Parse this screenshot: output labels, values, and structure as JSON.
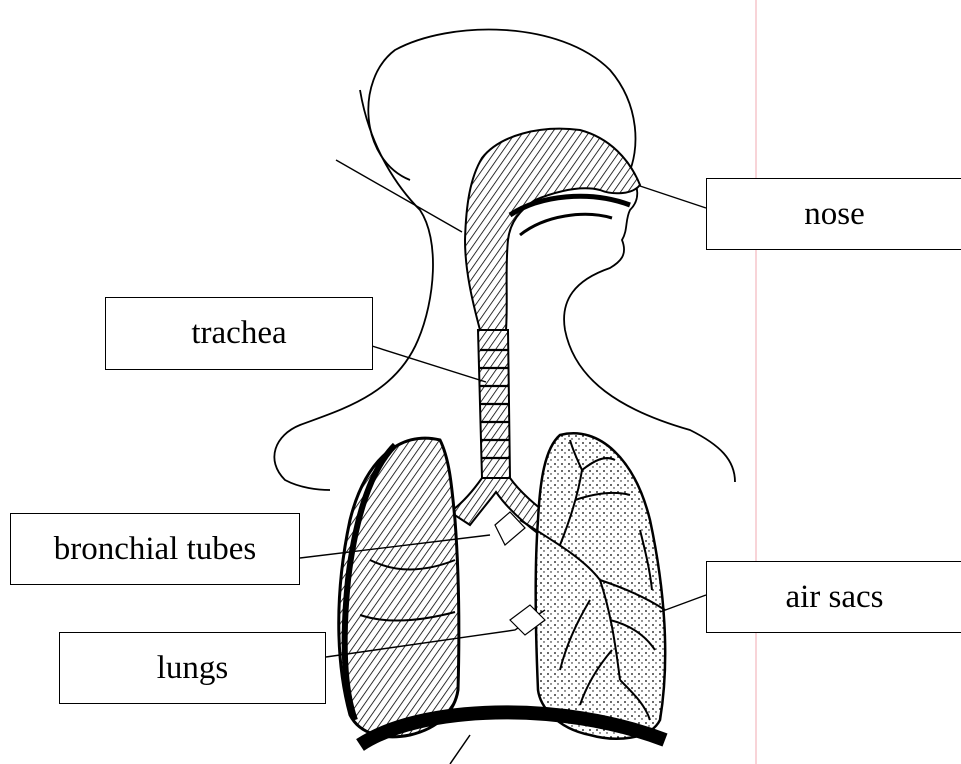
{
  "diagram": {
    "labels": {
      "nose": "nose",
      "trachea": "trachea",
      "bronchial_tubes": "bronchial tubes",
      "air_sacs": "air sacs",
      "lungs": "lungs"
    },
    "colors": {
      "ink": "#000000",
      "margin_line": "#f2b8bf",
      "background": "#ffffff"
    }
  }
}
